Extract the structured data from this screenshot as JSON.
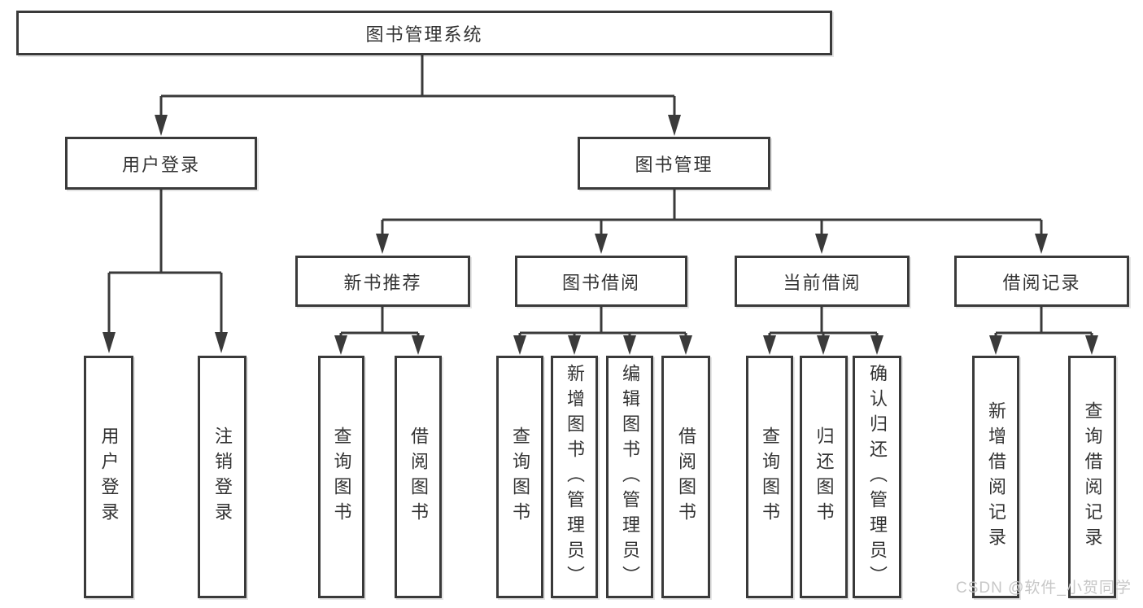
{
  "watermark": "CSDN @软件_小贺同学",
  "nodes": {
    "root": "图书管理系统",
    "userLogin": "用户登录",
    "bookMgmt": "图书管理",
    "newBookRec": "新书推荐",
    "bookBorrow": "图书借阅",
    "currentBorrow": "当前借阅",
    "borrowRecord": "借阅记录",
    "leafUserLogin": "用户登录",
    "leafLogout": "注销登录",
    "nbQueryBook": "查询图书",
    "nbBorrowBook": "借阅图书",
    "bbQueryBook": "查询图书",
    "bbAddBook": "新增图书（管理员）",
    "bbEditBook": "编辑图书（管理员）",
    "bbBorrowBook": "借阅图书",
    "cbQueryBook": "查询图书",
    "cbReturnBook": "归还图书",
    "cbConfirmReturn": "确认归还（管理员）",
    "brAddRecord": "新增借阅记录",
    "brQueryRecord": "查询借阅记录"
  }
}
